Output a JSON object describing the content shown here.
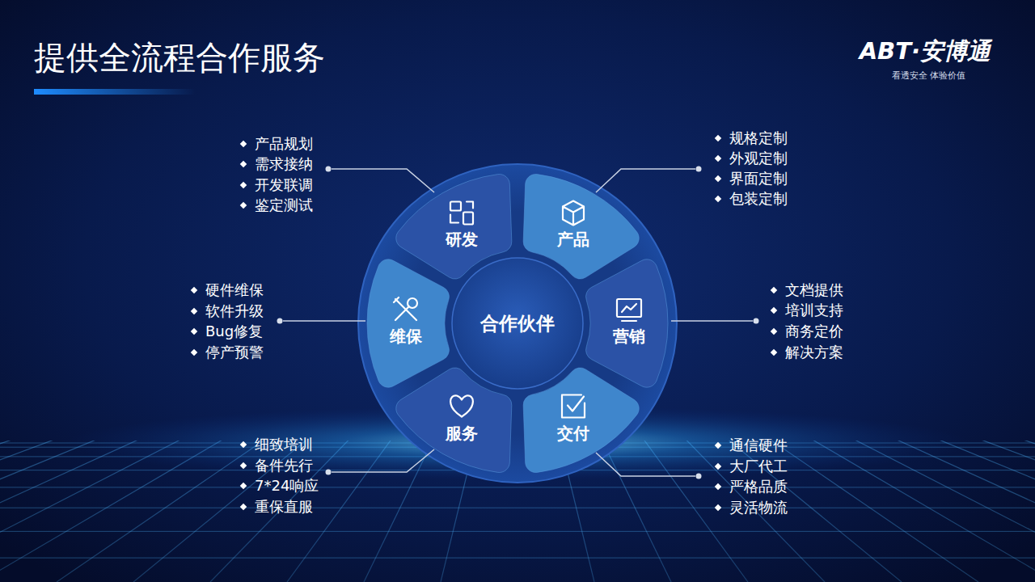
{
  "diagram": {
    "title": "提供全流程合作服务",
    "nodes": [
      {
        "text": [
          "研发"
        ]
      },
      {
        "text": [
          "产品"
        ]
      },
      {
        "text": [
          "维保"
        ]
      },
      {
        "text": [
          "合作伙伴"
        ]
      },
      {
        "text": [
          "营销"
        ]
      },
      {
        "text": [
          "服务"
        ]
      },
      {
        "text": [
          "交付"
        ]
      }
    ],
    "labels": [
      "ABT·安博通",
      "看透安全 体验价值",
      "产品规划",
      "需求接纳",
      "开发联调",
      "鉴定测试",
      "规格定制",
      "外观定制",
      "界面定制",
      "包装定制",
      "硬件维保",
      "软件升级",
      "Bug修复",
      "停产预警",
      "文档提供",
      "培训支持",
      "商务定价",
      "解决方案",
      "细致培训",
      "备件先行",
      "7*24响应",
      "重保直服",
      "通信硬件",
      "大厂代工",
      "严格品质",
      "灵活物流"
    ]
  }
}
